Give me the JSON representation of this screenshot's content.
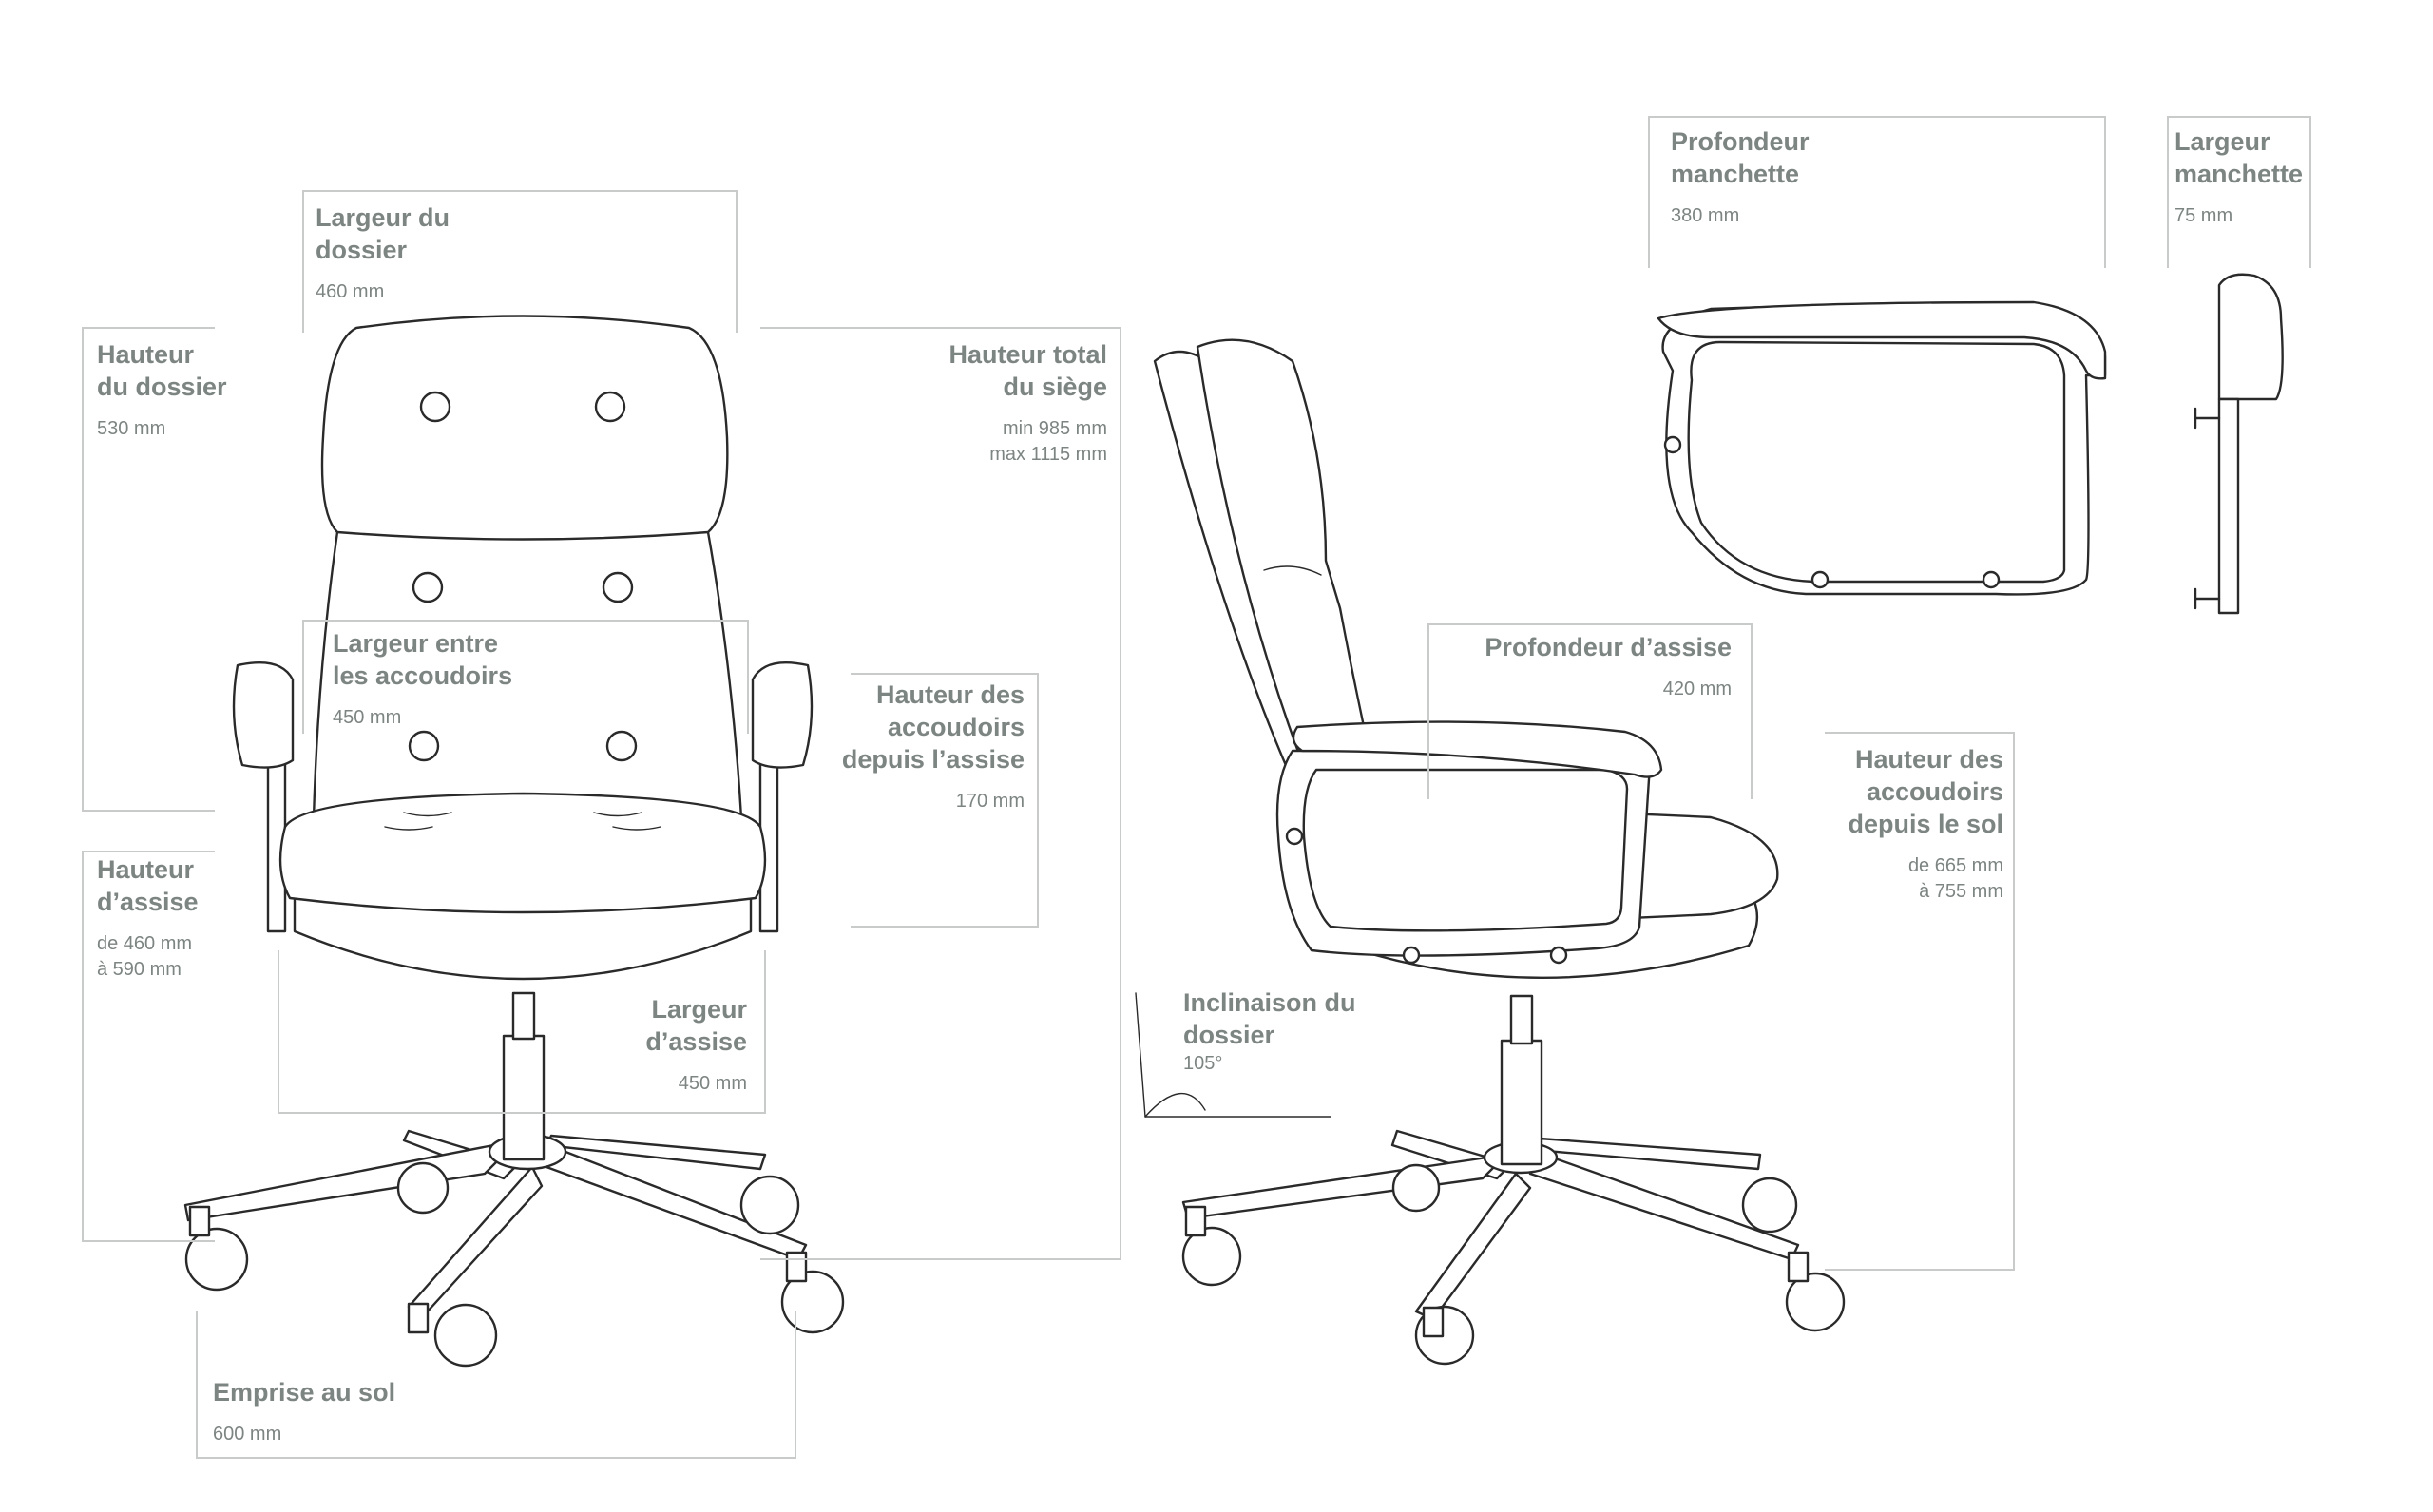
{
  "dimensions": {
    "backrest_width": {
      "title": "Largeur du\ndossier",
      "value": "460 mm"
    },
    "backrest_height": {
      "title": "Hauteur\ndu dossier",
      "value": "530 mm"
    },
    "total_height": {
      "title": "Hauteur total\ndu siège",
      "value": "min 985 mm\nmax 1115 mm"
    },
    "armrest_spacing": {
      "title": "Largeur entre\nles accoudoirs",
      "value": "450 mm"
    },
    "armrest_height_seat": {
      "title": "Hauteur des\naccoudoirs\ndepuis l’assise",
      "value": "170 mm"
    },
    "seat_height": {
      "title": "Hauteur\nd’assise",
      "value": "de 460 mm\nà 590 mm"
    },
    "seat_width": {
      "title": "Largeur\nd’assise",
      "value": "450 mm"
    },
    "footprint": {
      "title": "Emprise au sol",
      "value": "600 mm"
    },
    "armpad_depth": {
      "title": "Profondeur\nmanchette",
      "value": "380 mm"
    },
    "armpad_width": {
      "title": "Largeur\nmanchette",
      "value": "75 mm"
    },
    "seat_depth": {
      "title": "Profondeur d’assise",
      "value": "420 mm"
    },
    "backrest_tilt": {
      "title": "Inclinaison du\ndossier",
      "value": "105°"
    },
    "armrest_height_floor": {
      "title": "Hauteur des\naccoudoirs\ndepuis le sol",
      "value": "de 665 mm\nà 755 mm"
    }
  },
  "colors": {
    "line": "#2a2a2a",
    "bracket": "#c8cbca",
    "label": "#7d8582"
  },
  "icons": [
    "front-view-chair-icon",
    "side-view-chair-icon",
    "armrest-top-view-icon",
    "armrest-side-view-icon"
  ]
}
